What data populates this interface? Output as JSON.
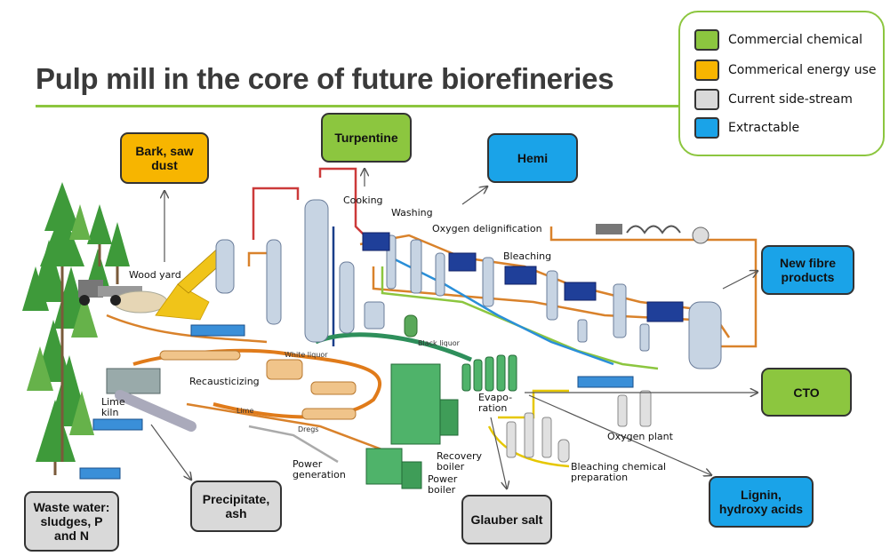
{
  "title": "Pulp mill in the core of future biorefineries",
  "colors": {
    "commercial_chemical": "#8cc63f",
    "commercial_energy": "#f7b500",
    "side_stream": "#d9d9d9",
    "extractable": "#1aa3e8",
    "title_rule": "#8cc63f"
  },
  "legend": [
    {
      "label": "Commercial chemical",
      "color": "#8cc63f"
    },
    {
      "label": "Commerical energy use",
      "color": "#f7b500"
    },
    {
      "label": "Current side-stream",
      "color": "#d9d9d9"
    },
    {
      "label": "Extractable",
      "color": "#1aa3e8"
    }
  ],
  "products": {
    "bark": "Bark, saw dust",
    "turpentine": "Turpentine",
    "hemi": "Hemi",
    "new_fibre": "New fibre products",
    "cto": "CTO",
    "lignin": "Lignin, hydroxy acids",
    "glauber": "Glauber salt",
    "precipitate": "Precipitate, ash",
    "waste_water": "Waste water: sludges, P and N"
  },
  "process_labels": {
    "wood_yard": "Wood yard",
    "cooking": "Cooking",
    "washing": "Washing",
    "oxygen_delignification": "Oxygen delignification",
    "bleaching": "Bleaching",
    "recausticizing": "Recausticizing",
    "lime_kiln": "Lime kiln",
    "power_generation": "Power generation",
    "recovery_boiler": "Recovery boiler",
    "power_boiler": "Power boiler",
    "evaporation": "Evapo- ration",
    "oxygen_plant": "Oxygen plant",
    "bleaching_chemical_preparation": "Bleaching chemical preparation"
  },
  "small_labels": {
    "white_liquor": "White liquor",
    "black_liquor": "Black liquor",
    "lime": "Lime",
    "dregs": "Dregs"
  }
}
